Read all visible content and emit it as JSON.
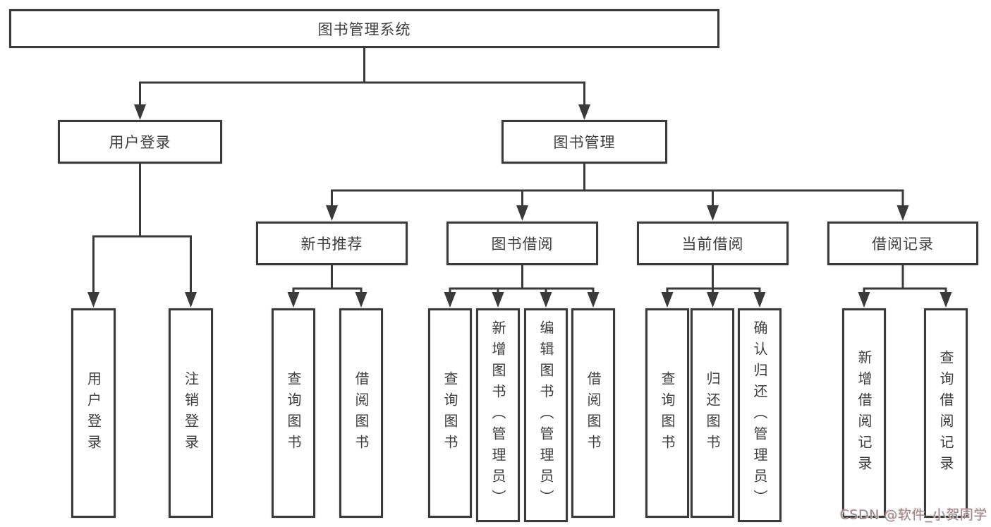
{
  "tree": {
    "label": "图书管理系统",
    "children": [
      {
        "label": "用户登录",
        "children": [
          {
            "label": "用户登录"
          },
          {
            "label": "注销登录"
          }
        ]
      },
      {
        "label": "图书管理",
        "children": [
          {
            "label": "新书推荐",
            "children": [
              {
                "label": "查询图书"
              },
              {
                "label": "借阅图书"
              }
            ]
          },
          {
            "label": "图书借阅",
            "children": [
              {
                "label": "查询图书"
              },
              {
                "label": "新增图书（管理员）"
              },
              {
                "label": "编辑图书（管理员）"
              },
              {
                "label": "借阅图书"
              }
            ]
          },
          {
            "label": "当前借阅",
            "children": [
              {
                "label": "查询图书"
              },
              {
                "label": "归还图书"
              },
              {
                "label": "确认归还（管理员）"
              }
            ]
          },
          {
            "label": "借阅记录",
            "children": [
              {
                "label": "新增借阅记录"
              },
              {
                "label": "查询借阅记录"
              }
            ]
          }
        ]
      }
    ]
  },
  "watermark": {
    "text": "CSDN @软件_小贺同学"
  },
  "colors": {
    "line": "#3a3a3a",
    "text": "#3e3e3e",
    "background": "#ffffff",
    "watermark_gray": "#8f8f8f"
  }
}
